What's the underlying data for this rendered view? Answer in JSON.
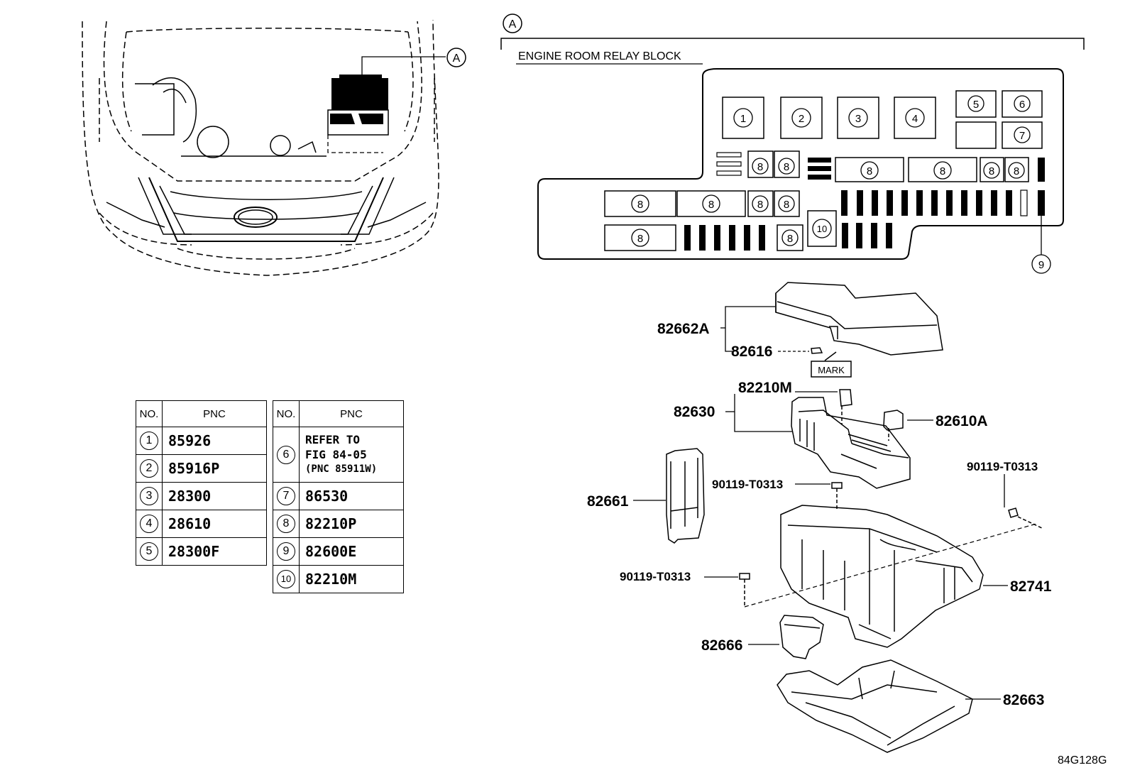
{
  "callout_a": "A",
  "section_a": {
    "marker": "A",
    "title": "ENGINE ROOM RELAY BLOCK"
  },
  "relay_block": {
    "slots_top": [
      "1",
      "2",
      "3",
      "4",
      "5",
      "6",
      "7"
    ],
    "slot_8": "8",
    "slot_9": "9",
    "slot_10": "10"
  },
  "parts": {
    "p82662A": "82662A",
    "p82616": "82616",
    "mark": "MARK",
    "p82210M": "82210M",
    "p82630": "82630",
    "p82610A": "82610A",
    "p90119_a": "90119-T0313",
    "p90119_b": "90119-T0313",
    "p90119_c": "90119-T0313",
    "p82661": "82661",
    "p82741": "82741",
    "p82666": "82666",
    "p82663": "82663"
  },
  "table": {
    "headers": [
      "NO.",
      "PNC",
      "NO.",
      "PNC"
    ],
    "rows": [
      {
        "no": "1",
        "pnc": "85926"
      },
      {
        "no": "2",
        "pnc": "85916P"
      },
      {
        "no": "3",
        "pnc": "28300"
      },
      {
        "no": "4",
        "pnc": "28610"
      },
      {
        "no": "5",
        "pnc": "28300F"
      },
      {
        "no": "6",
        "pnc_line1": "REFER TO",
        "pnc_line2": "FIG 84-05",
        "pnc_line3": "(PNC 85911W)"
      },
      {
        "no": "7",
        "pnc": "86530"
      },
      {
        "no": "8",
        "pnc": "82210P"
      },
      {
        "no": "9",
        "pnc": "82600E"
      },
      {
        "no": "10",
        "pnc": "82210M"
      }
    ]
  },
  "figure_code": "84G128G"
}
